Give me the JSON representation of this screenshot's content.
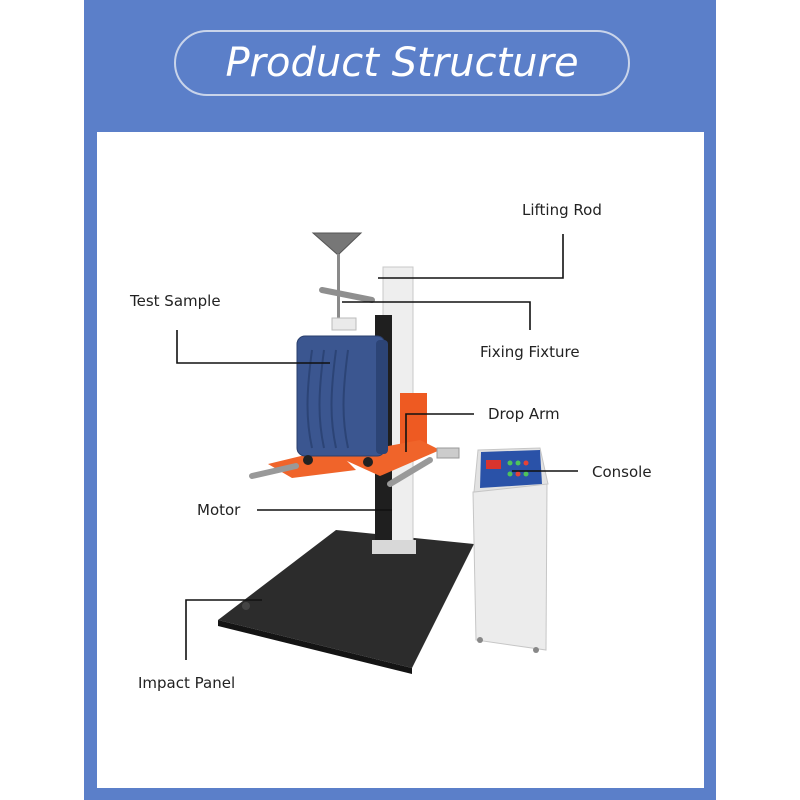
{
  "title": "Product Structure",
  "labels": {
    "lifting_rod": "Lifting Rod",
    "test_sample": "Test Sample",
    "fixing_fixture": "Fixing Fixture",
    "drop_arm": "Drop Arm",
    "console": "Console",
    "motor": "Motor",
    "impact_panel": "Impact Panel"
  },
  "colors": {
    "frame": "#5b7fc9",
    "suitcase": "#3b5690",
    "drop_arm": "#f0642a",
    "impact_panel": "#2c2c2c",
    "console_panel": "#2a52a8"
  }
}
